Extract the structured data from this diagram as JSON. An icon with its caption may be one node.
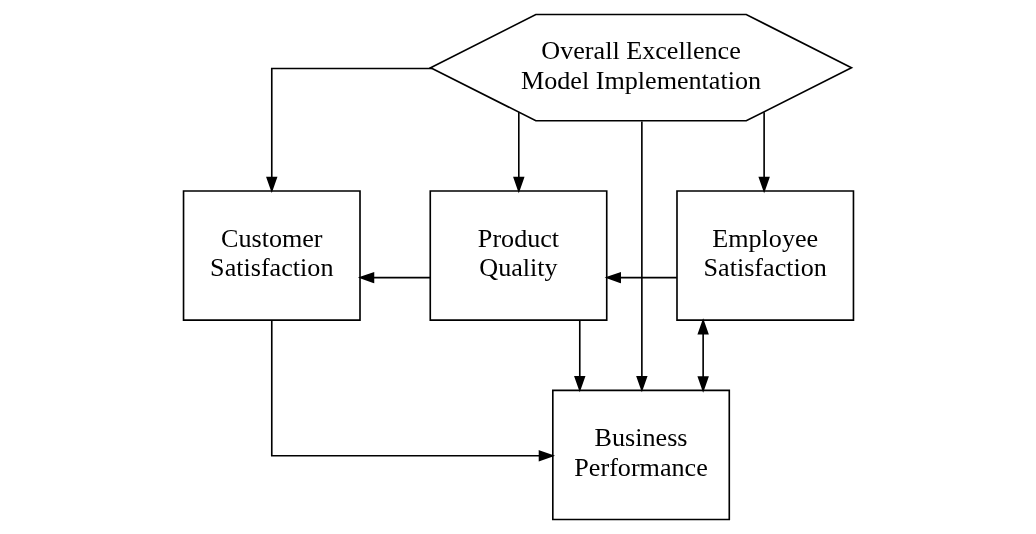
{
  "diagram": {
    "nodes": [
      {
        "text": [
          "Overall Excellence Model Implementation"
        ]
      },
      {
        "text": [
          "Customer Satisfaction"
        ]
      },
      {
        "text": [
          "Product Quality"
        ]
      },
      {
        "text": [
          "Employee Satisfaction"
        ]
      },
      {
        "text": [
          "Business Performance"
        ]
      }
    ],
    "edges": [
      {
        "from": 0,
        "to": 1,
        "arrow": "to"
      },
      {
        "from": 0,
        "to": 2,
        "arrow": "to"
      },
      {
        "from": 0,
        "to": 4,
        "arrow": "to"
      },
      {
        "from": 0,
        "to": 3,
        "arrow": "to"
      },
      {
        "from": 3,
        "to": 2,
        "arrow": "to"
      },
      {
        "from": 2,
        "to": 1,
        "arrow": "to"
      },
      {
        "from": 2,
        "to": 4,
        "arrow": "to"
      },
      {
        "from": 1,
        "to": 4,
        "arrow": "to"
      },
      {
        "from": 4,
        "to": 3,
        "arrow": "both"
      }
    ]
  }
}
